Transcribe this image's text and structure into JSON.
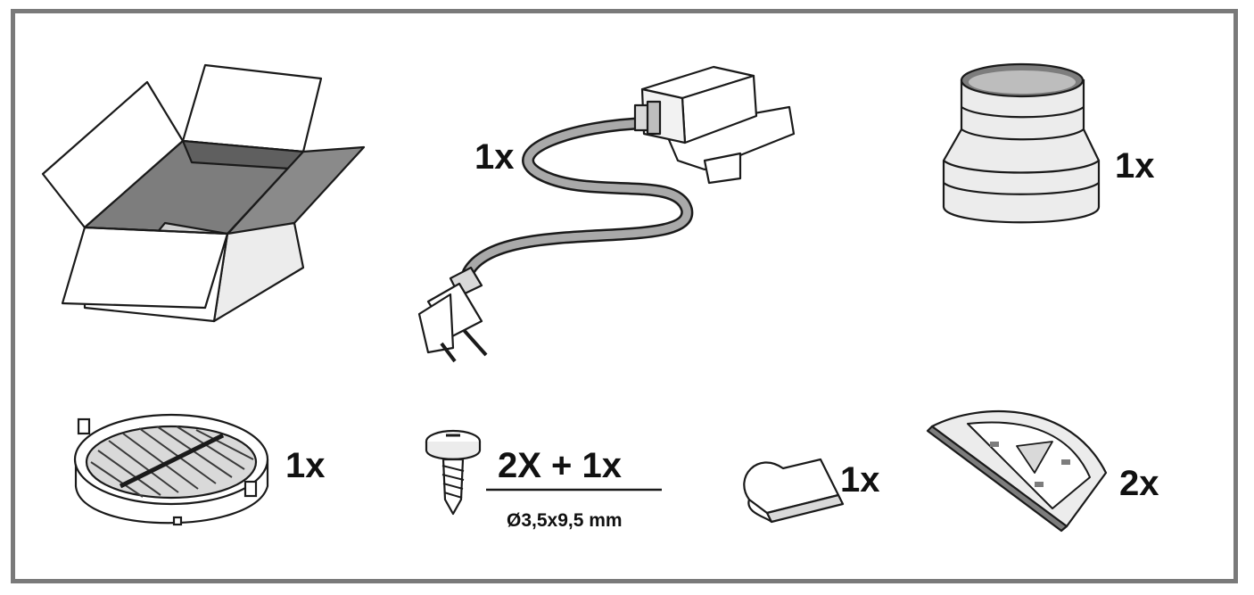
{
  "parts": {
    "box": {
      "icon": "open-box-icon"
    },
    "power_cable": {
      "icon": "power-cable-plug-icon",
      "quantity": "1x"
    },
    "reducer": {
      "icon": "duct-reducer-icon",
      "quantity": "1x"
    },
    "grille": {
      "icon": "round-grille-filter-icon",
      "quantity": "1x"
    },
    "screw": {
      "icon": "screw-icon",
      "quantity": "2X + 1x",
      "dimension": "Ø3,5x9,5 mm"
    },
    "clip": {
      "icon": "cable-clip-icon",
      "quantity": "1x"
    },
    "flap": {
      "icon": "half-round-flap-icon",
      "quantity": "2x"
    }
  },
  "colors": {
    "frame": "#7a7a7a",
    "line": "#1a1a1a",
    "shade_dark": "#7d7d7d",
    "shade_light": "#d9d9d9",
    "cable": "#a9a9a9"
  }
}
